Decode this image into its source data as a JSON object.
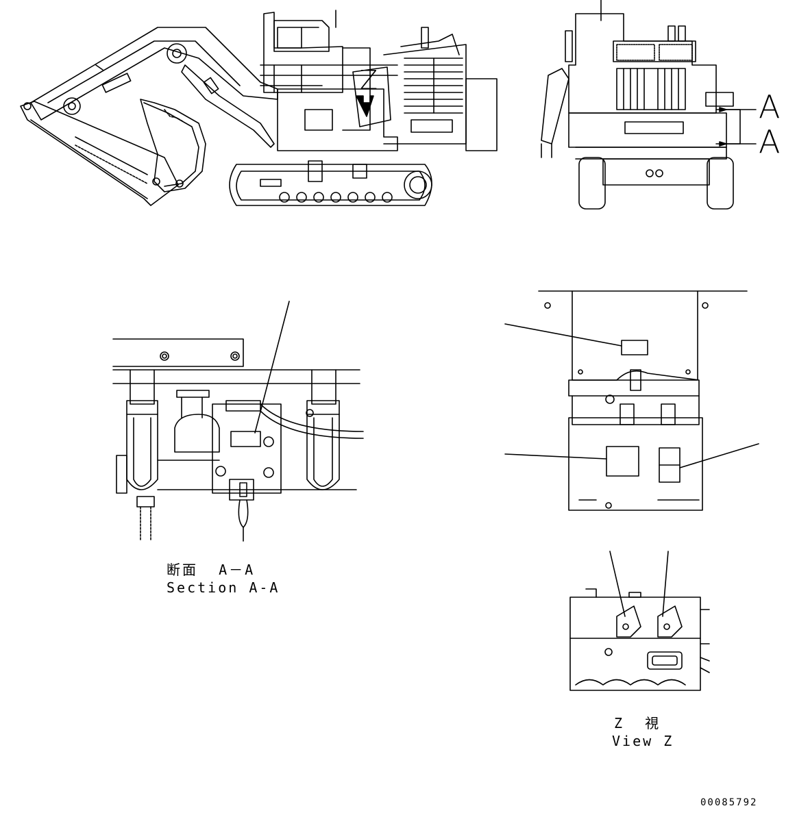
{
  "labels": {
    "view_arrow_letter": "Z",
    "section_marker_top": "A",
    "section_marker_bottom": "A",
    "section_caption_ja": "断面  A－A",
    "section_caption_en": "Section A-A",
    "view_caption_ja": "Z  視",
    "view_caption_en": "View Z",
    "document_number": "00085792"
  }
}
